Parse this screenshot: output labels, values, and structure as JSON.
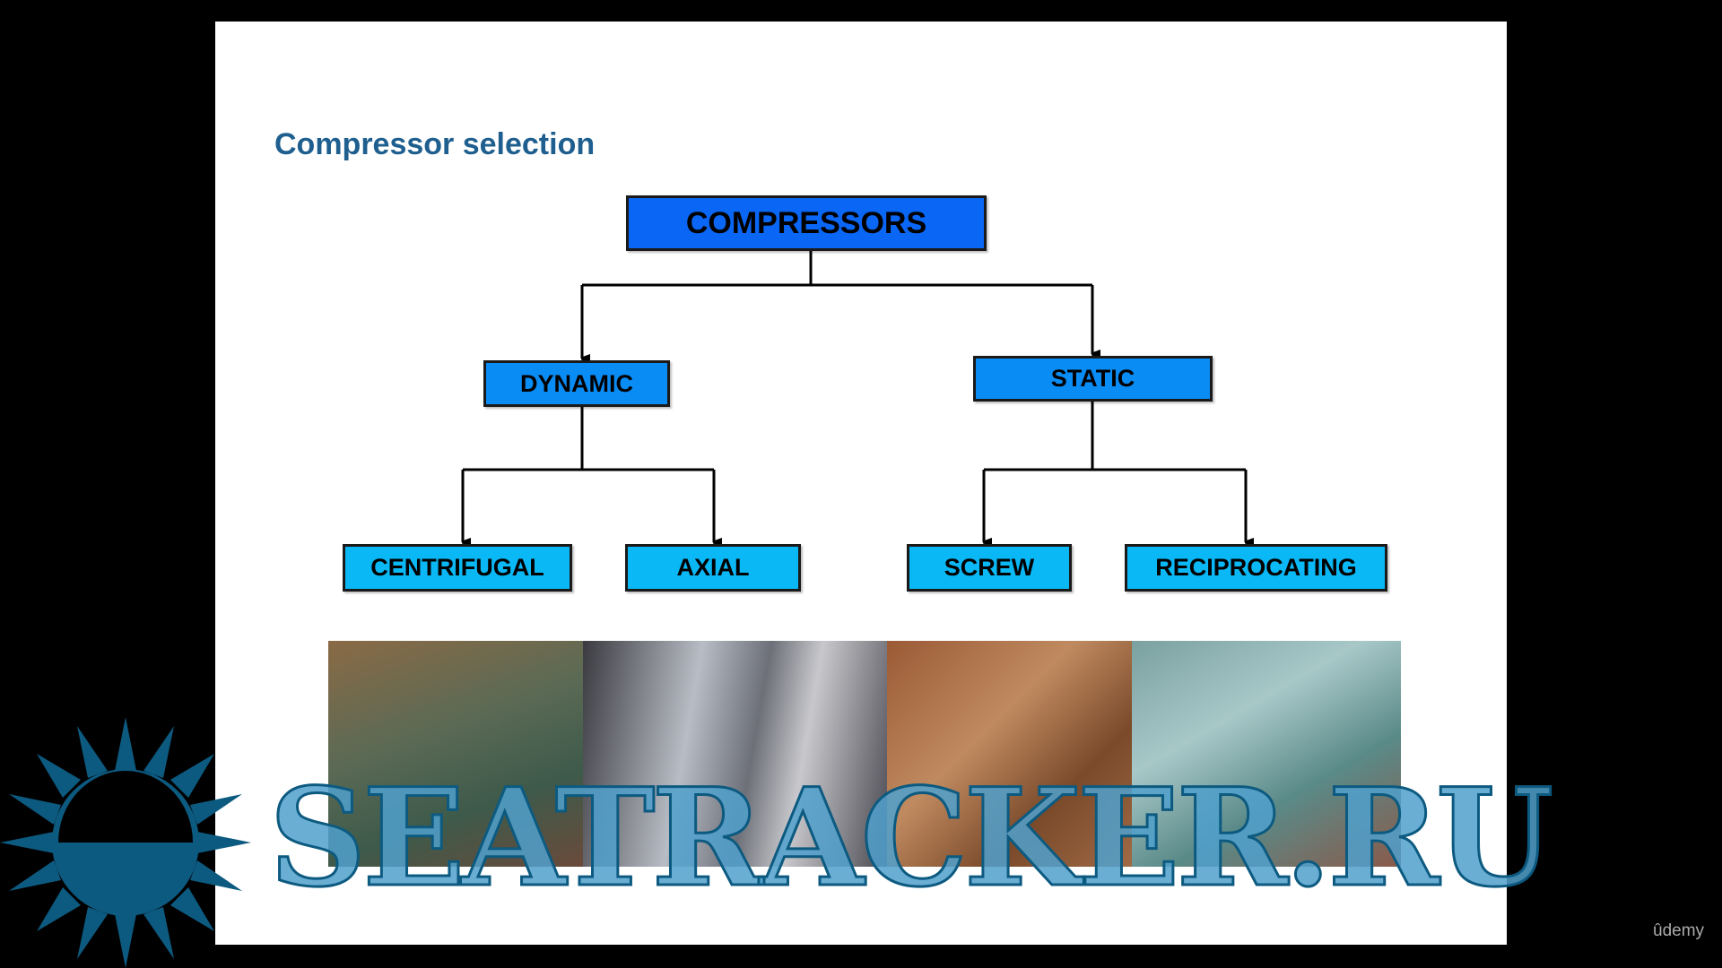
{
  "slide": {
    "title": "Compressor selection",
    "tree": {
      "root": "COMPRESSORS",
      "dynamic": "DYNAMIC",
      "static": "STATIC",
      "centrifugal": "CENTRIFUGAL",
      "axial": "AXIAL",
      "screw": "SCREW",
      "reciprocating": "RECIPROCATING"
    }
  },
  "watermark": {
    "text": "SEATRACKER.RU"
  },
  "branding": {
    "udemy": "ûdemy"
  },
  "colors": {
    "title": "#1f5f8f",
    "root": "#0a66f5",
    "mid": "#0a8cf5",
    "leaf": "#0ab8f5"
  }
}
